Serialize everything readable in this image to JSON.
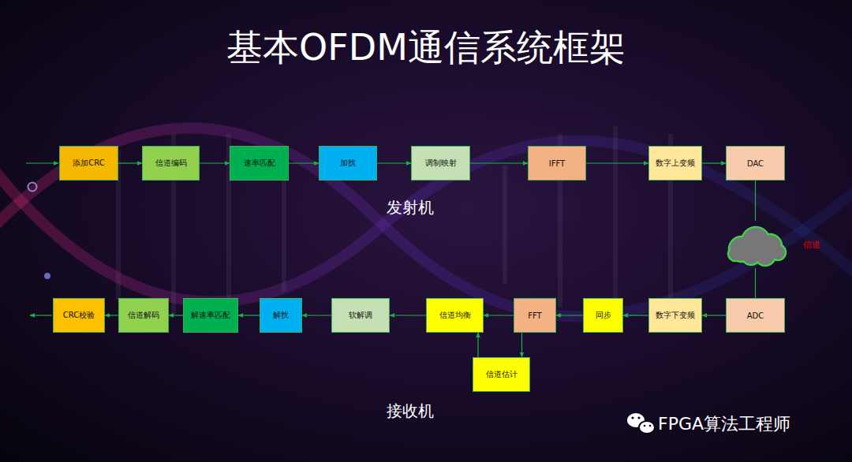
{
  "diagram": {
    "title": "基本OFDM通信系统框架",
    "nodes": [
      {
        "text": [
          "添加CRC"
        ]
      },
      {
        "text": [
          "信道编码"
        ]
      },
      {
        "text": [
          "速率匹配"
        ]
      },
      {
        "text": [
          "加扰"
        ]
      },
      {
        "text": [
          "调制映射"
        ]
      },
      {
        "text": [
          "IFFT"
        ]
      },
      {
        "text": [
          "数字上变频"
        ]
      },
      {
        "text": [
          "DAC"
        ]
      },
      {
        "text": [
          "信道"
        ]
      },
      {
        "text": [
          "ADC"
        ]
      },
      {
        "text": [
          "数字下变频"
        ]
      },
      {
        "text": [
          "同步"
        ]
      },
      {
        "text": [
          "FFT"
        ]
      },
      {
        "text": [
          "信道均衡"
        ]
      },
      {
        "text": [
          "软解调"
        ]
      },
      {
        "text": [
          "解扰"
        ]
      },
      {
        "text": [
          "解速率匹配"
        ]
      },
      {
        "text": [
          "信道解码"
        ]
      },
      {
        "text": [
          "CRC校验"
        ]
      },
      {
        "text": [
          "信道估计"
        ]
      }
    ],
    "edges": [
      {
        "from": 0,
        "to": 1,
        "arrow": "to"
      },
      {
        "from": 1,
        "to": 2,
        "arrow": "to"
      },
      {
        "from": 2,
        "to": 3,
        "arrow": "to"
      },
      {
        "from": 3,
        "to": 4,
        "arrow": "to"
      },
      {
        "from": 4,
        "to": 5,
        "arrow": "to"
      },
      {
        "from": 5,
        "to": 6,
        "arrow": "to"
      },
      {
        "from": 6,
        "to": 7,
        "arrow": "to"
      },
      {
        "from": 7,
        "to": 8,
        "arrow": "none"
      },
      {
        "from": 8,
        "to": 9,
        "arrow": "none"
      },
      {
        "from": 9,
        "to": 10,
        "arrow": "to"
      },
      {
        "from": 10,
        "to": 11,
        "arrow": "to"
      },
      {
        "from": 11,
        "to": 12,
        "arrow": "to"
      },
      {
        "from": 12,
        "to": 13,
        "arrow": "to"
      },
      {
        "from": 13,
        "to": 14,
        "arrow": "to"
      },
      {
        "from": 14,
        "to": 15,
        "arrow": "to"
      },
      {
        "from": 15,
        "to": 16,
        "arrow": "to"
      },
      {
        "from": 16,
        "to": 17,
        "arrow": "to"
      },
      {
        "from": 17,
        "to": 18,
        "arrow": "to"
      },
      {
        "from": 12,
        "to": 19,
        "arrow": "to"
      },
      {
        "from": 19,
        "to": 13,
        "arrow": "to"
      }
    ],
    "labels": [
      "发射机",
      "接收机",
      "FPGA算法工程师"
    ]
  }
}
